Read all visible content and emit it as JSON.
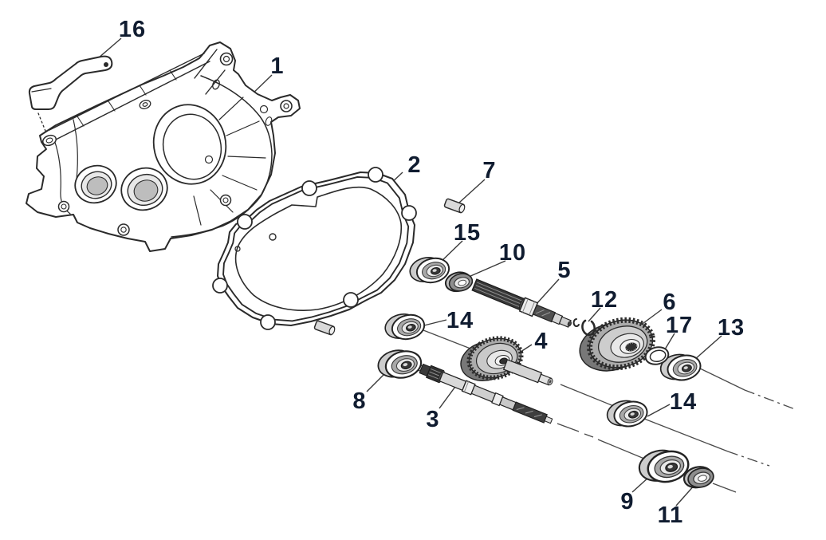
{
  "figure": {
    "kind": "exploded-parts-diagram",
    "background_color": "#ffffff",
    "line_color": "#2a2a2a",
    "label_color": "#101c30"
  },
  "labels": {
    "part1": "1",
    "part2": "2",
    "part3": "3",
    "part4": "4",
    "part5": "5",
    "part6": "6",
    "part7": "7",
    "part8": "8",
    "part9": "9",
    "part10": "10",
    "part11": "11",
    "part12": "12",
    "part13": "13",
    "part14_upper": "14",
    "part14_lower": "14",
    "part15": "15",
    "part16": "16",
    "part17": "17"
  }
}
